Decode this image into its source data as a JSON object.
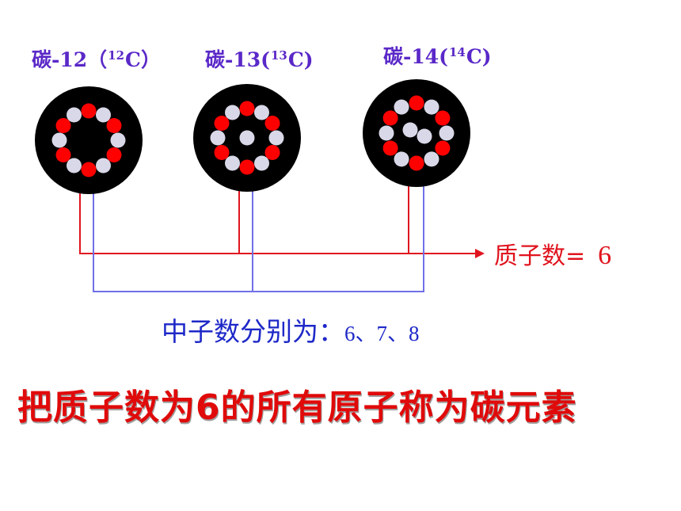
{
  "isotopes": [
    {
      "label_prefix": "碳-12（",
      "mass_number": "12",
      "symbol": "C",
      "label_suffix": "）",
      "protons": 6,
      "neutrons": 6
    },
    {
      "label_prefix": "碳-13(",
      "mass_number": "13",
      "symbol": "C",
      "label_suffix": ")",
      "protons": 6,
      "neutrons": 7
    },
    {
      "label_prefix": "碳-14(",
      "mass_number": "14",
      "symbol": "C",
      "label_suffix": ")",
      "protons": 6,
      "neutrons": 8
    }
  ],
  "proton_text": {
    "label": "质子数=",
    "value": "6"
  },
  "neutron_text": {
    "label": "中子数分别为：",
    "values": "6、7、8"
  },
  "conclusion": "把质子数为6的所有原子称为碳元素",
  "colors": {
    "nucleus": "#000000",
    "proton": "#ff0000",
    "neutron": "#d8d8e8",
    "proton_line": "#e0141e",
    "neutron_line": "#7070e8",
    "label": "#5a28c8",
    "conclusion": "#e00a0a"
  }
}
